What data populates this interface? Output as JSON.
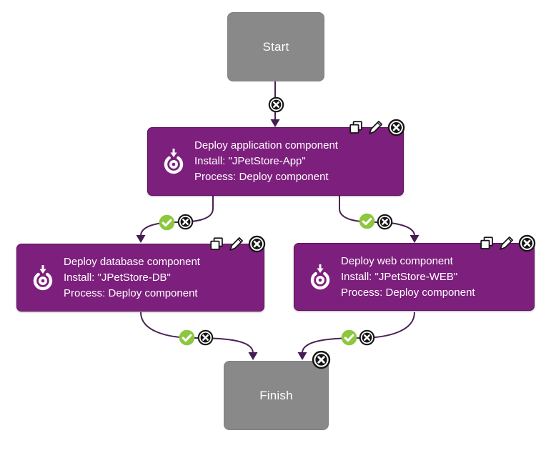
{
  "diagram": {
    "type": "deployment-process-flow",
    "nodes": {
      "start": {
        "label": "Start"
      },
      "finish": {
        "label": "Finish"
      },
      "steps": [
        {
          "title": "Deploy application component",
          "install": "Install: \"JPetStore-App\"",
          "process": "Process: Deploy component"
        },
        {
          "title": "Deploy database component",
          "install": "Install: \"JPetStore-DB\"",
          "process": "Process: Deploy component"
        },
        {
          "title": "Deploy web component",
          "install": "Install: \"JPetStore-WEB\"",
          "process": "Process: Deploy component"
        }
      ]
    },
    "connections": [
      {
        "from": "Start",
        "to": "Deploy application component",
        "markers": [
          "delete"
        ]
      },
      {
        "from": "Deploy application component",
        "to": "Deploy database component",
        "markers": [
          "success",
          "delete"
        ]
      },
      {
        "from": "Deploy application component",
        "to": "Deploy web component",
        "markers": [
          "success",
          "delete"
        ]
      },
      {
        "from": "Deploy database component",
        "to": "Finish",
        "markers": [
          "success",
          "delete"
        ]
      },
      {
        "from": "Deploy web component",
        "to": "Finish",
        "markers": [
          "success",
          "delete"
        ]
      }
    ]
  },
  "icons": {
    "step_type": "deploy-component-icon",
    "step_actions": [
      "copy-icon",
      "pencil-icon",
      "close-x-icon"
    ],
    "edge_markers": [
      "check-icon",
      "close-x-icon"
    ]
  },
  "colors": {
    "step_fill": "#7d1f7d",
    "terminal_fill": "#898989",
    "connector": "#4b2156",
    "success_green": "#8dc63f",
    "icon_dark": "#141414",
    "text": "#ffffff",
    "background": "#ffffff"
  }
}
